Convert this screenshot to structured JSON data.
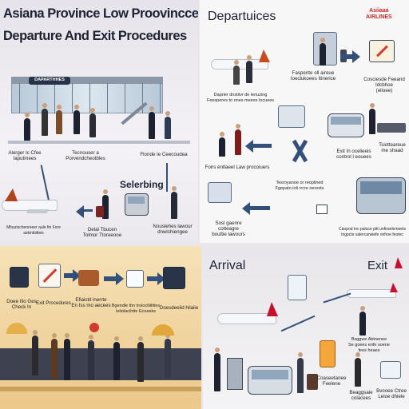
{
  "panel1": {
    "title_line1": "Asiana Province Low Proovincce",
    "title_line2": "Departure And  Exit Procedures",
    "sign": "DAPARTHHES",
    "label_left": "Alerger  Ic Cfee\nIaputmees",
    "label_center": "Tecnouser  a\nPorvendcheotbles",
    "label_right": "Flonde   Ie  Ceecoudea",
    "selerbing": "Selerbing",
    "bottom_left": "Mltuutscheoreeer  aule fin Fore  askinibitleis",
    "bottom_center": "Delal  Tbucen\nTolmor  Ttoreeooe",
    "bottom_right": "Nouslehes  lawour\ndnwishiengee",
    "colors": {
      "accent": "#33507a",
      "tail": "#d45a22"
    }
  },
  "panel2": {
    "title": "Departuices",
    "brand": "Asiiaaa\nAIRLINES",
    "label_top": "Faspente  oll  aireue\nIoeclukoees  Itinerice",
    "label_right_top": "Cosciesde  Feeand\nIdcbhoe\n(elioee)",
    "label_left": "Daprier  dnstiivr de ienuzing\nFeesperes  to ones meees locuees",
    "label_exit": "Exit  In  ocelieeis\ncontrol  l eouees",
    "label_far_right": "Tsiotteareue\nme shaad",
    "label_mid_left": "Foirs  entlaeel  Law  procoiuers",
    "label_mid": "Tesroyanoe  or  reoplined\nFgepato  ioli  rrcre  oeorsts",
    "label_bottom_left": "Sosl gaenre  cotteagre\nbouttie  lawours",
    "label_bottom_right": "Caopod  Inc  paluce  pitt  unfiranlemeets\nIngpcte  salercarwiefe  onfroe feotec",
    "colors": {
      "accent": "#33507a",
      "brand": "#c62828"
    }
  },
  "panel3": {
    "label_1": "Doee  Ilio  Ges\nCheck  In",
    "label_2": "Exit  Procedures",
    "label_3": "Efiaistit  inerrte\nEn  Iss  mo  aecees",
    "label_4": "Bgendle  thn  troiocliiilities\nIeiiolacihtte  Ecoeeks",
    "label_5": "Doesdeeiid  hilaiie",
    "colors": {
      "bg": "#ecc98b",
      "icon": "#1f2a3c"
    }
  },
  "panel4": {
    "title_left": "Arrival",
    "title_right": "Exit",
    "label_mid": "Bsggwe  Abtnenee\nSe  goees  enfe  soene\nfees  heaes",
    "label_bottom_mid": "Coaseetanee\nFeelene",
    "label_bottom_right_a": "Beaggsaie\ncolacees",
    "label_bottom_right_b": "Bvooee  Ctree\nLeioe  dhiele",
    "colors": {
      "accent": "#33507a",
      "tail": "#c8102e"
    }
  }
}
